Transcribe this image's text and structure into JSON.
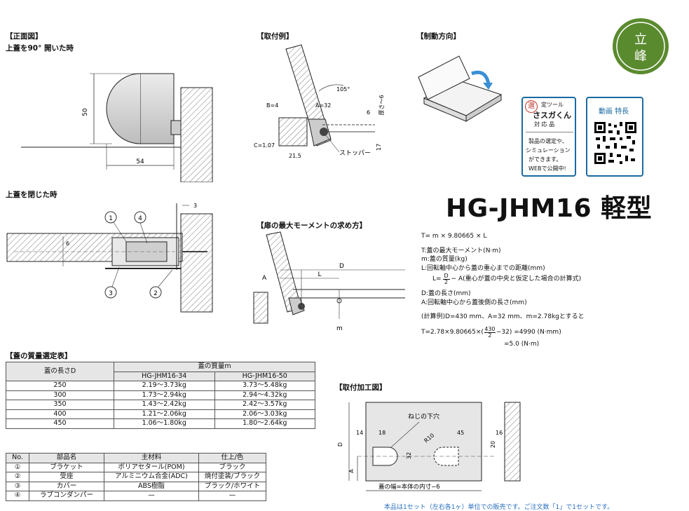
{
  "front_view": {
    "title": "【正面図】",
    "subtitle": "上蓋を90° 開いた時",
    "dim_height": "50",
    "dim_width": "54"
  },
  "closed_view": {
    "title": "上蓋を閉じた時",
    "dim_3": "3",
    "dim_6": "6",
    "callouts": [
      "1",
      "4",
      "3",
      "2"
    ]
  },
  "mount_example": {
    "title": "【取付例】",
    "angle": "105°",
    "b": "B=4",
    "a": "A=32",
    "c": "C=1.07",
    "dim_215": "21.5",
    "dim_6": "6",
    "thickness": "厚さ～6",
    "dim_17": "17",
    "stopper": "ストッパー"
  },
  "braking": {
    "title": "【制動方向】"
  },
  "badge_tool": {
    "line1": "定ツール",
    "line2": "さスガくん",
    "line3": "対 応 品",
    "body": [
      "製品の選定や、",
      "シミュレーション",
      "ができます。",
      "WEBで公開中!"
    ],
    "mark": "選"
  },
  "badge_video": {
    "title": "動画 特長"
  },
  "logo": {
    "text1": "立",
    "text2": "峰",
    "color": "#5a8a2e"
  },
  "product_title": "HG-JHM16 軽型",
  "moment_view": {
    "title": "【扉の最大モーメントの求め方】",
    "a": "A",
    "l": "L",
    "d": "D",
    "m": "m"
  },
  "formula": {
    "line1": "T= m × 9.80665 × L",
    "line2": "T:蓋の最大モーメント(N·m)",
    "line3": "m:蓋の質量(kg)",
    "line4": "L:回転軸中心から蓋の重心までの距離(mm)",
    "line5a": "L= ",
    "line5frac_num": "D",
    "line5frac_den": "2",
    "line5b": " − A(重心が蓋の中央と仮定した場合の計算式)",
    "line6": "D:蓋の長さ(mm)",
    "line7": "A:回転軸中心から蓋後側の長さ(mm)",
    "line8": "(計算例)D=430 mm、A=32 mm、m=2.78kgとすると",
    "line9a": "T=2.78×9.80665×(",
    "line9frac_num": "430",
    "line9frac_den": "2",
    "line9b": "−32) =4990 (N·mm)",
    "line10": "=5.0 (N·m)"
  },
  "mass_table": {
    "title": "【蓋の質量選定表】",
    "col_length": "蓋の長さD",
    "col_mass": "蓋の質量m",
    "models": [
      "HG-JHM16-34",
      "HG-JHM16-50"
    ],
    "rows": [
      [
        "250",
        "2.19～3.73kg",
        "3.73～5.48kg"
      ],
      [
        "300",
        "1.73～2.94kg",
        "2.94～4.32kg"
      ],
      [
        "350",
        "1.43～2.42kg",
        "2.42～3.57kg"
      ],
      [
        "400",
        "1.21～2.06kg",
        "2.06～3.03kg"
      ],
      [
        "450",
        "1.06～1.80kg",
        "1.80～2.64kg"
      ]
    ]
  },
  "parts_table": {
    "headers": [
      "No.",
      "部品名",
      "主材料",
      "仕上/色"
    ],
    "rows": [
      [
        "①",
        "ブラケット",
        "ポリアセタール(POM)",
        "ブラック"
      ],
      [
        "②",
        "受座",
        "アルミニウム合金(ADC)",
        "焼付塗装/ブラック"
      ],
      [
        "③",
        "カバー",
        "ABS樹脂",
        "ブラック/ホワイト"
      ],
      [
        "④",
        "ラブコンダンパー",
        "—",
        "—"
      ]
    ]
  },
  "machining": {
    "title": "【取付加工図】",
    "screw": "ねじの下穴",
    "d14": "14",
    "d18": "18",
    "d45": "45",
    "d32": "32",
    "r10": "R10",
    "d16": "16",
    "d20": "20",
    "dD": "D",
    "dA": "A",
    "width_note": "蓋の幅=本体の内寸−6"
  },
  "note": "本品は1セット（左右各1ヶ）単位での販売です。ご注文数「1」で1セットです。",
  "colors": {
    "note_blue": "#2a6fbf",
    "badge_blue": "#1b6aa0",
    "hatch": "#777"
  }
}
